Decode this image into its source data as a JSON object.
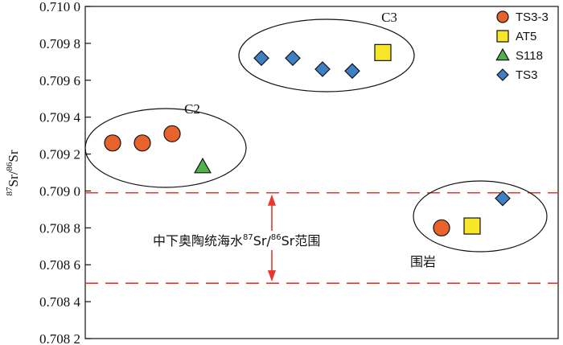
{
  "chart_data": {
    "type": "scatter",
    "title": "",
    "xlabel": "",
    "ylabel": {
      "base": "Sr/",
      "sup1": "87",
      "sup2": "86",
      "tail": "Sr"
    },
    "ylim": [
      0.7082,
      0.71
    ],
    "y_ticks": [
      {
        "value": 0.7082,
        "label": "0.708 2"
      },
      {
        "value": 0.7084,
        "label": "0.708 4"
      },
      {
        "value": 0.7086,
        "label": "0.708 6"
      },
      {
        "value": 0.7088,
        "label": "0.708 8"
      },
      {
        "value": 0.709,
        "label": "0.709 0"
      },
      {
        "value": 0.7092,
        "label": "0.709 2"
      },
      {
        "value": 0.7094,
        "label": "0.709 4"
      },
      {
        "value": 0.7096,
        "label": "0.709 6"
      },
      {
        "value": 0.7098,
        "label": "0.709 8"
      },
      {
        "value": 0.71,
        "label": "0.710 0"
      }
    ],
    "grid": false,
    "legend_position": "top-right",
    "series": [
      {
        "name": "TS3-3",
        "marker": "circle",
        "color": "#e8632c",
        "y": [
          0.70926,
          0.70926,
          0.70931,
          0.7088
        ]
      },
      {
        "name": "AT5",
        "marker": "square",
        "color": "#f7e62a",
        "y": [
          0.70975,
          0.70881
        ]
      },
      {
        "name": "S118",
        "marker": "triangle",
        "color": "#4fb24a",
        "y": [
          0.70913
        ]
      },
      {
        "name": "TS3",
        "marker": "diamond",
        "color": "#3f7fc4",
        "y": [
          0.70972,
          0.70972,
          0.70966,
          0.70965,
          0.70896
        ]
      }
    ],
    "groups": [
      {
        "label": "C3",
        "type": "ellipse"
      },
      {
        "label": "C2",
        "type": "ellipse"
      },
      {
        "label": "围岩",
        "type": "ellipse"
      }
    ],
    "seawater_band": {
      "y_range": [
        0.7085,
        0.70899
      ],
      "label_prefix": "中下奥陶统海水",
      "sup1": "87",
      "mid": "Sr/",
      "sup2": "86",
      "label_suffix": "Sr范围",
      "line_color": "#e8372c",
      "arrow_color": "#e8372c"
    }
  }
}
